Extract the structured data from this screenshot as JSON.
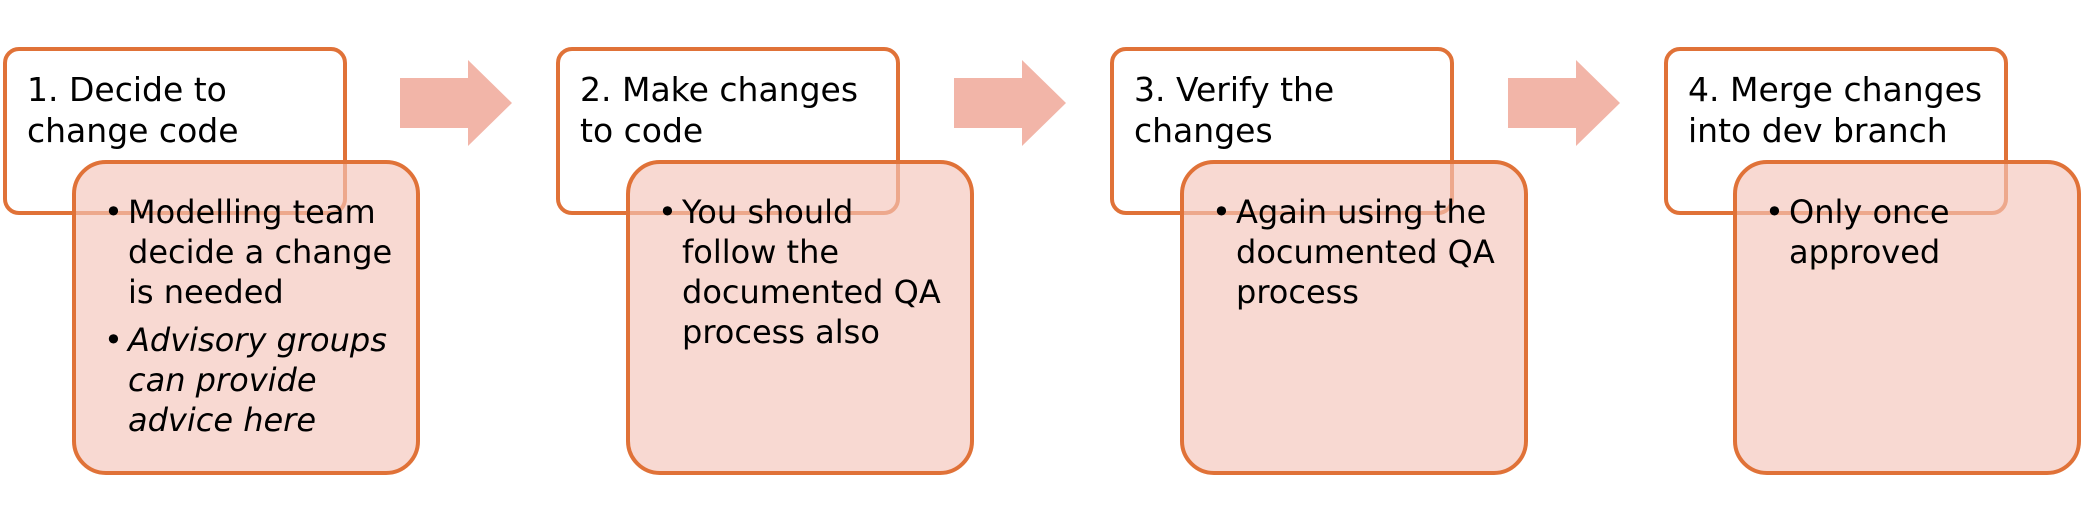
{
  "steps": [
    {
      "title": "1. Decide to change code",
      "bullets": [
        {
          "text": "Modelling team decide a change is needed",
          "italic": false
        },
        {
          "text": "Advisory groups can provide advice here",
          "italic": true
        }
      ]
    },
    {
      "title": "2. Make changes to code",
      "bullets": [
        {
          "text": "You should follow the documented QA process also",
          "italic": false
        }
      ]
    },
    {
      "title": "3. Verify the changes",
      "bullets": [
        {
          "text": "Again using the documented QA process",
          "italic": false
        }
      ]
    },
    {
      "title": "4. Merge changes into dev branch",
      "bullets": [
        {
          "text": "Only once approved",
          "italic": false
        }
      ]
    }
  ],
  "colors": {
    "border": "#e07238",
    "fill": "#f5c4ba",
    "arrow": "#f2b5a8"
  }
}
